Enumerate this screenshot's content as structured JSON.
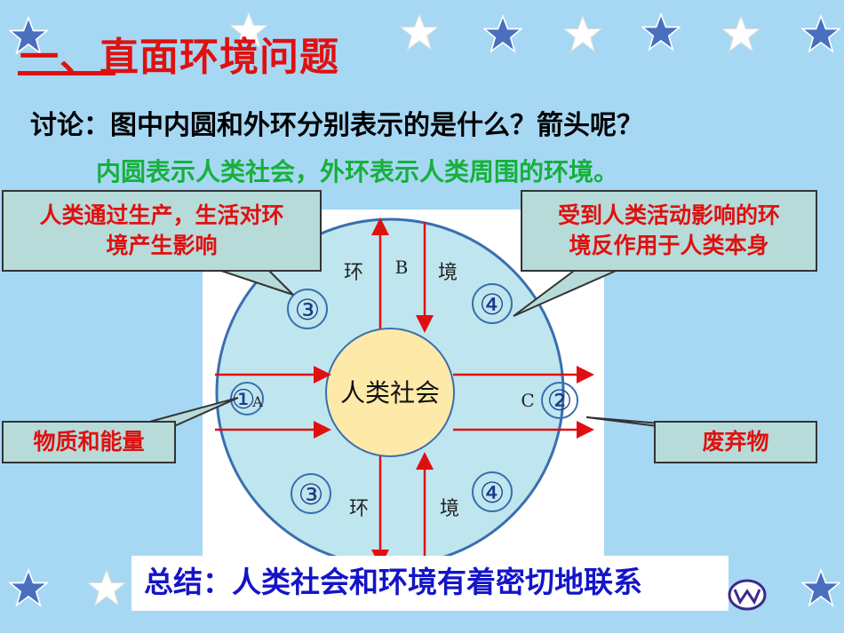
{
  "title": "一、直面环境问题",
  "question": "讨论：图中内圆和外环分别表示的是什么？箭头呢？",
  "answer": "内圆表示人类社会，外环表示人类周围的环境。",
  "diagram": {
    "center": "人类社会",
    "ring_words": [
      "环",
      "境",
      "环",
      "境"
    ],
    "letters": {
      "a": "A",
      "b": "B",
      "c": "C"
    },
    "numbers": [
      "①",
      "②",
      "③",
      "④",
      "③",
      "④"
    ]
  },
  "callouts": {
    "top_left": [
      "人类通过生产，生活对环",
      "境产生影响"
    ],
    "top_right": [
      "受到人类活动影响的环",
      "境反作用于人类本身"
    ],
    "bottom_left": "物质和能量",
    "bottom_right": "废弃物"
  },
  "summary": "总结：人类社会和环境有着密切地联系",
  "colors": {
    "background": "#a6d8f4",
    "title": "#e01010",
    "answer": "#16b03a",
    "summary": "#1414c8",
    "star": "#4a6fbf"
  }
}
